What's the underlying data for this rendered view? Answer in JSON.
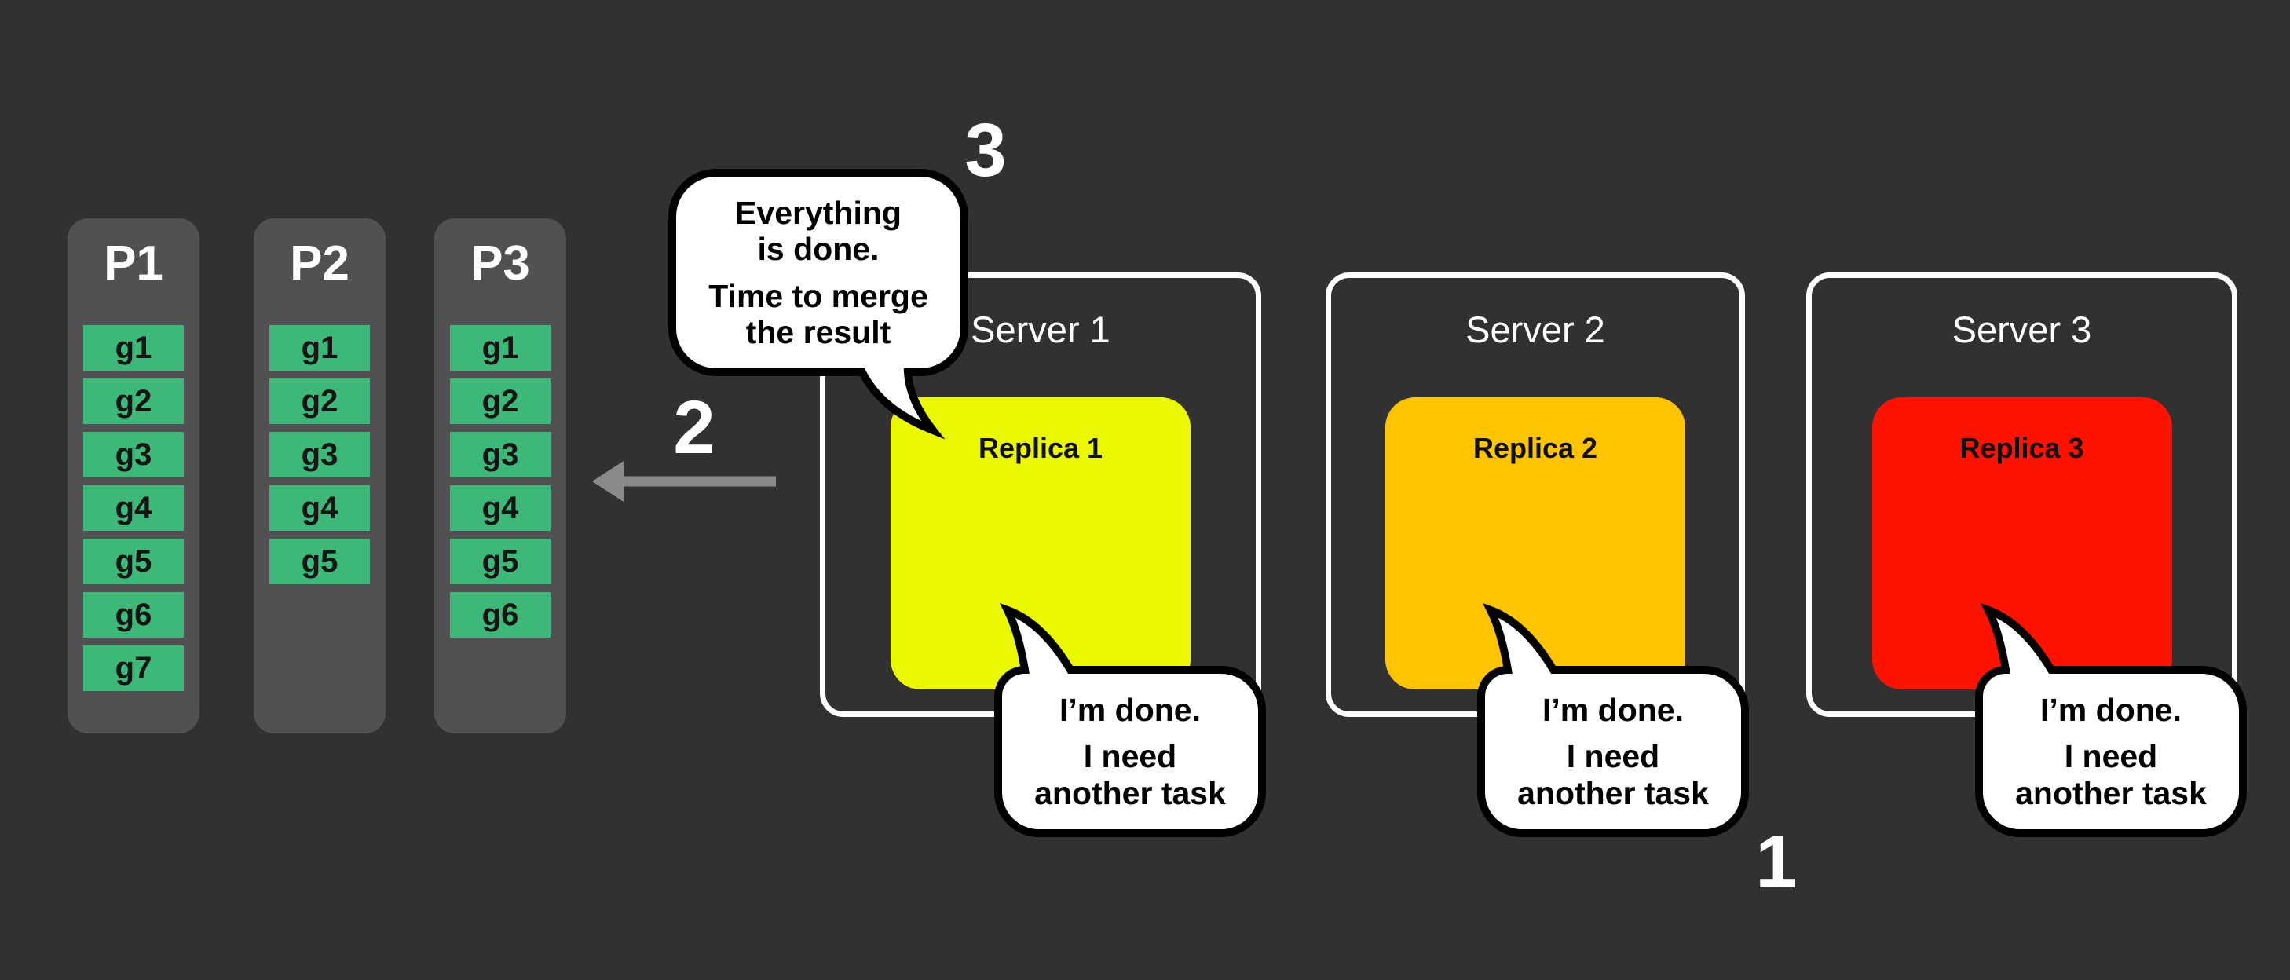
{
  "partitions": [
    {
      "label": "P1",
      "groups": [
        "g1",
        "g2",
        "g3",
        "g4",
        "g5",
        "g6",
        "g7"
      ]
    },
    {
      "label": "P2",
      "groups": [
        "g1",
        "g2",
        "g3",
        "g4",
        "g5"
      ]
    },
    {
      "label": "P3",
      "groups": [
        "g1",
        "g2",
        "g3",
        "g4",
        "g5",
        "g6"
      ]
    }
  ],
  "servers": [
    {
      "label": "Server 1",
      "replica_label": "Replica 1",
      "replica_color": "#eaf900",
      "done_bubble": {
        "lines": [
          "I’m done.",
          "I need",
          "another task"
        ]
      }
    },
    {
      "label": "Server 2",
      "replica_label": "Replica 2",
      "replica_color": "#ffc400",
      "done_bubble": {
        "lines": [
          "I’m done.",
          "I need",
          "another task"
        ]
      }
    },
    {
      "label": "Server 3",
      "replica_label": "Replica 3",
      "replica_color": "#ff1200",
      "done_bubble": {
        "lines": [
          "I’m done.",
          "I need",
          "another task"
        ]
      }
    }
  ],
  "merge_bubble": {
    "lines": [
      "Everything",
      "is done.",
      "Time to merge",
      "the result"
    ]
  },
  "steps": {
    "step1": "1",
    "step2": "2",
    "step3": "3"
  },
  "colors": {
    "background": "#323132",
    "partition_bg": "#515153",
    "group_green": "#3cb878",
    "replica_yellow": "#eaf900",
    "replica_orange": "#ffc400",
    "replica_red": "#ff1200",
    "arrow_gray": "#8a8a8a",
    "server_border": "#ffffff",
    "bubble_bg": "#ffffff",
    "bubble_outline": "#000000"
  }
}
